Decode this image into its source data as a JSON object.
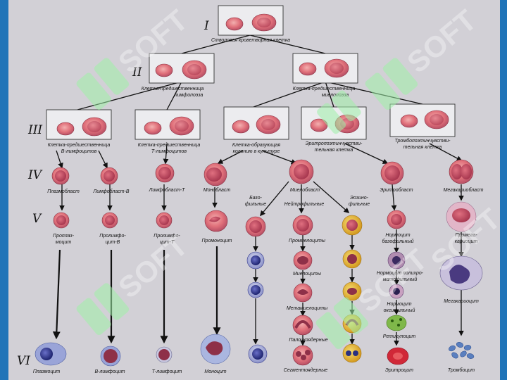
{
  "levels": [
    "I",
    "II",
    "III",
    "IV",
    "V",
    "VI"
  ],
  "watermark": "SOFT",
  "colors": {
    "background": "#1f74b8",
    "panel": "#d2d0d6",
    "cell_body": "#e0707a",
    "nucleus": "#c84a5a",
    "basophil": "#2e3aa0",
    "eosinophil": "#e8c030",
    "reticulocyte": "#7fb84a",
    "platelet": "#5a7fbf"
  },
  "labels": {
    "stem_cell": "Стволовая кроветворная клетка",
    "lymph_precursor": [
      "Клетка-предшественница",
      "лимфопоэза"
    ],
    "myelo_precursor": [
      "Клетка-предшественница",
      "миелопоэза"
    ],
    "b_precursor": [
      "Клетка-предшественница",
      "В-лимфоцитов"
    ],
    "t_precursor": [
      "Клетка-предшественница",
      "Т-лимфоцитов"
    ],
    "cfu_culture": [
      "Клетка-образующая",
      "колонию в культуре"
    ],
    "epo_sensitive": [
      "Эритропоэтинчувстви-",
      "тельная клетка"
    ],
    "tpo_sensitive": [
      "Тромбопоэтинчувстви-",
      "тельная клетка"
    ],
    "plasmoblast": "Плазмобласт",
    "lymphoblast_b": "Лимфобласт-В",
    "lymphoblast_t": "Лимфобласт-Т",
    "monoblast": "Монобласт",
    "myeloblast": "Миелобласт",
    "basophilic": [
      "Базо-",
      "фильные"
    ],
    "neutrophilic": "Нейтрофильные",
    "eosinophilic": [
      "Эозино-",
      "фильные"
    ],
    "erythroblast": "Эритробласт",
    "megakaryoblast": "Мегакариобласт",
    "proplasmocyte": [
      "Проплаз-",
      "моцит"
    ],
    "prolymphocyte_b": [
      "Пролимфо-",
      "цит-В"
    ],
    "prolymphocyte_t": [
      "Пролимфо-",
      "цит-Т"
    ],
    "promonocyte": "Промоноцит",
    "promyelocytes": "Промиелоциты",
    "myelocytes": "Миелоциты",
    "metamyelocytes": "Метамиелоциты",
    "band": "Палочкоядерные",
    "segmented": "Сегментоядерные",
    "normocyte_baso": [
      "Нормоцит",
      "базофильный"
    ],
    "normocyte_poly": [
      "Нормоцит полихро-",
      "матофильный"
    ],
    "normocyte_oxy": [
      "Нормоцит",
      "оксифильный"
    ],
    "reticulocyte": "Ретикулоцит",
    "erythrocyte": "Эритроцит",
    "promegakaryocyte": [
      "Промега-",
      "кариоцит"
    ],
    "megakaryocyte": "Мегакариоцит",
    "thrombocyte": "Тромбоцит",
    "plasmocyte": "Плазмоцит",
    "b_lymphocyte": "В-лимфоцит",
    "t_lymphocyte": "Т-лимфоцит",
    "monocyte": "Моноцит"
  }
}
